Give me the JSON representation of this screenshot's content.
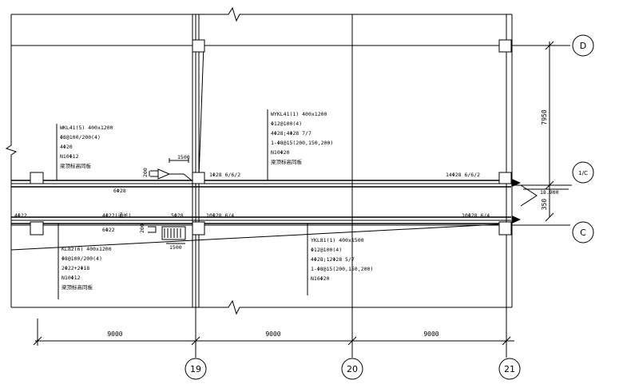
{
  "axis_bubbles": {
    "D": "D",
    "C": "C",
    "one_over_c": "1/C",
    "nineteen": "19",
    "twenty": "20",
    "twentyone": "21"
  },
  "dimensions": {
    "span_left": "9000",
    "span_mid": "9000",
    "span_right": "9000",
    "vertical": "7950",
    "offset": "350",
    "elevation": "18.900"
  },
  "notes": {
    "beam_upper_left": [
      "WKL41(5) 400x1200",
      "Φ8@100/200(4)",
      "4Φ20",
      "N10Φ12",
      "梁顶标高同板"
    ],
    "beam_upper_mid": [
      "WYKL41(1) 400x1200",
      "Φ12@100(4)",
      "4Φ28;4Φ28 7/7",
      "1-Φ8@15(200,150,200)",
      "N10Φ20",
      "梁顶标高同板"
    ],
    "beam_lower_left": [
      "KL82(6) 400x1200",
      "Φ8@100/200(4)",
      "2Φ22+2Φ18",
      "N10Φ12",
      "梁顶标高同板"
    ],
    "beam_lower_mid": [
      "YKL81(1) 400x1500",
      "Φ12@100(4)",
      "4Φ28;12Φ28 5/7",
      "1-Φ8@15(200,150,200)",
      "N16Φ20"
    ]
  },
  "rebar_labels": {
    "top_left_span": "6Φ28",
    "top_at_col19": "1Φ28 6/6/2",
    "top_at_col21": "14Φ28 6/6/2",
    "bottom_far_left": "4Φ22",
    "bottom_left_span": "4Φ22(通长)",
    "bottom_near_col19": "5Φ28",
    "bottom_right_of_19": "10Φ28 6/4",
    "bottom_at_col21": "10Φ28 6/4",
    "lower_beam_left": "6Φ22",
    "haunch_upper_len": "1500",
    "haunch_upper_h": "200",
    "haunch_lower_len": "1500",
    "haunch_lower_h": "200"
  }
}
